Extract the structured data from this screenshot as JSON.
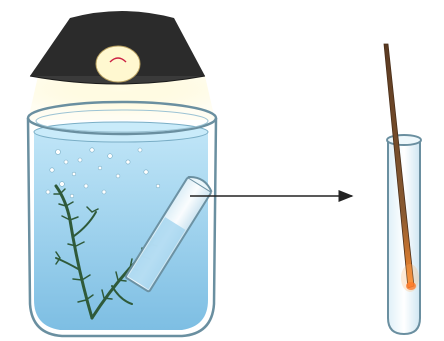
{
  "figure": {
    "objects": [
      {
        "id": "lamp",
        "icon": "lamp-shade-with-bulb"
      },
      {
        "id": "beaker",
        "icon": "glass-beaker-with-water"
      },
      {
        "id": "waterweed",
        "icon": "aquatic-plant"
      },
      {
        "id": "oxygen-bubbles",
        "icon": "gas-bubbles"
      },
      {
        "id": "inverted-test-tube",
        "icon": "test-tube-collecting-gas"
      },
      {
        "id": "process-arrow",
        "icon": "arrow-right"
      },
      {
        "id": "test-tube-with-splint",
        "icon": "test-tube-glowing-splint"
      }
    ],
    "colors": {
      "lamp_shade": "#2b2b2b",
      "lamp_light": "#fff6c8",
      "water": "#9fd3ef",
      "water_deep": "#6fb7e0",
      "glass_outline": "#6a8fa0",
      "plant": "#2f5a3a",
      "splint": "#7a4a2a",
      "glow": "#ff9a3c",
      "arrow": "#222222"
    }
  }
}
